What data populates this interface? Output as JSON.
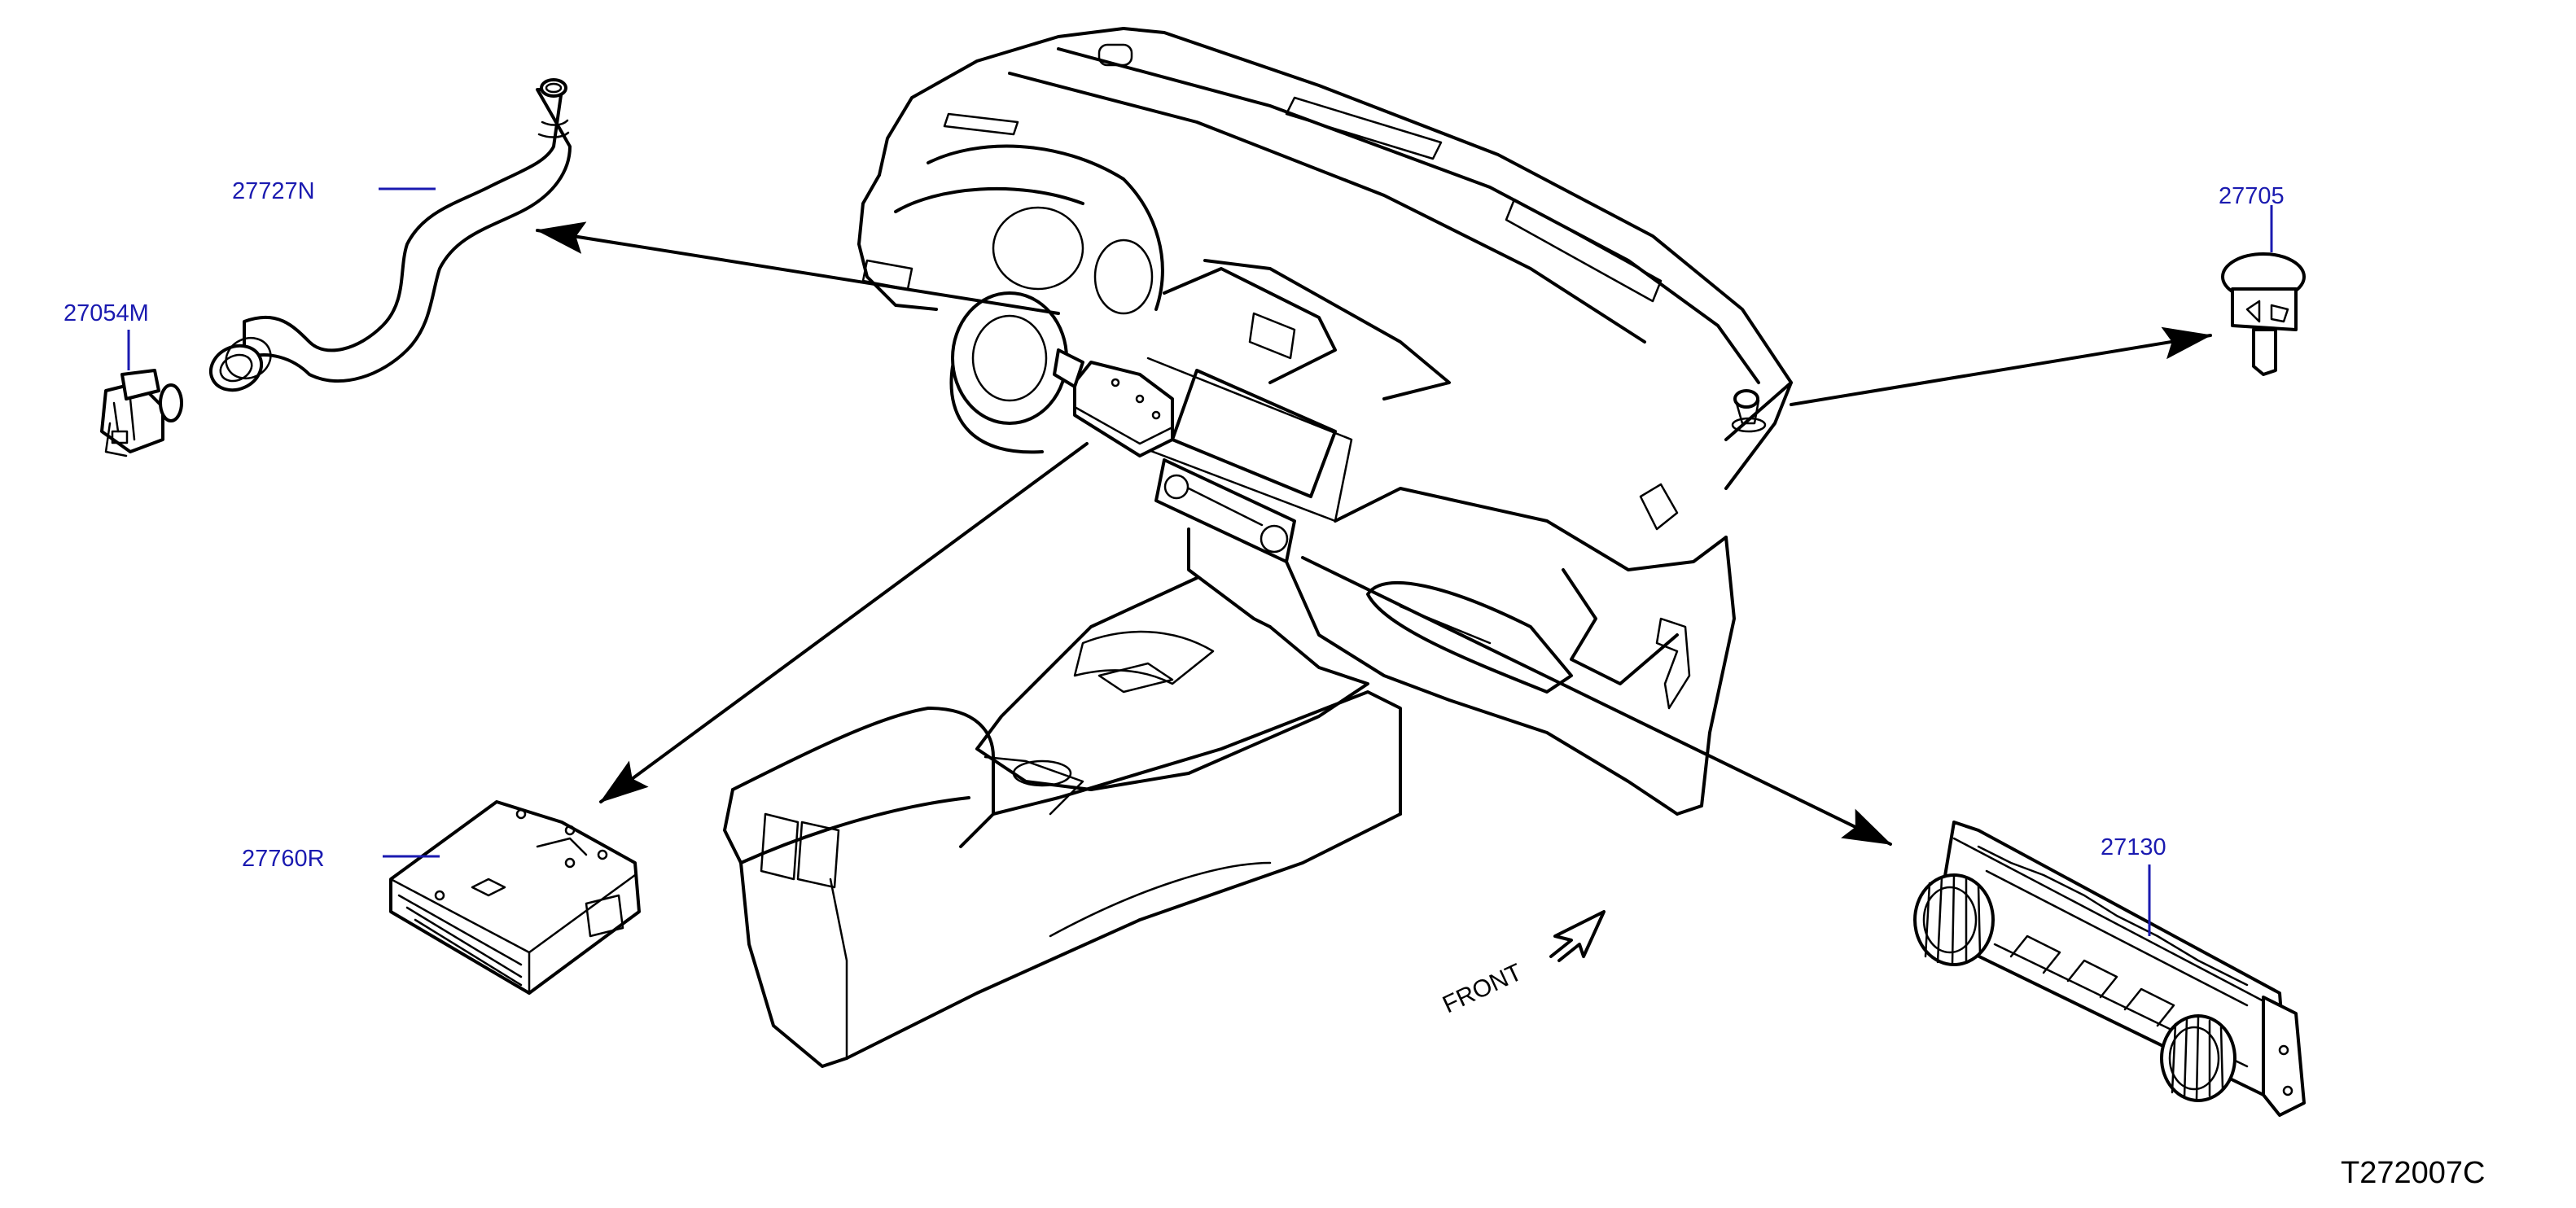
{
  "parts": [
    {
      "id": "27727N"
    },
    {
      "id": "27054M"
    },
    {
      "id": "27705"
    },
    {
      "id": "27760R"
    },
    {
      "id": "27130"
    }
  ],
  "orientation_label": "FRONT",
  "diagram_code": "T272007C",
  "colors": {
    "label": "#1a1ab0",
    "line": "#000000"
  }
}
